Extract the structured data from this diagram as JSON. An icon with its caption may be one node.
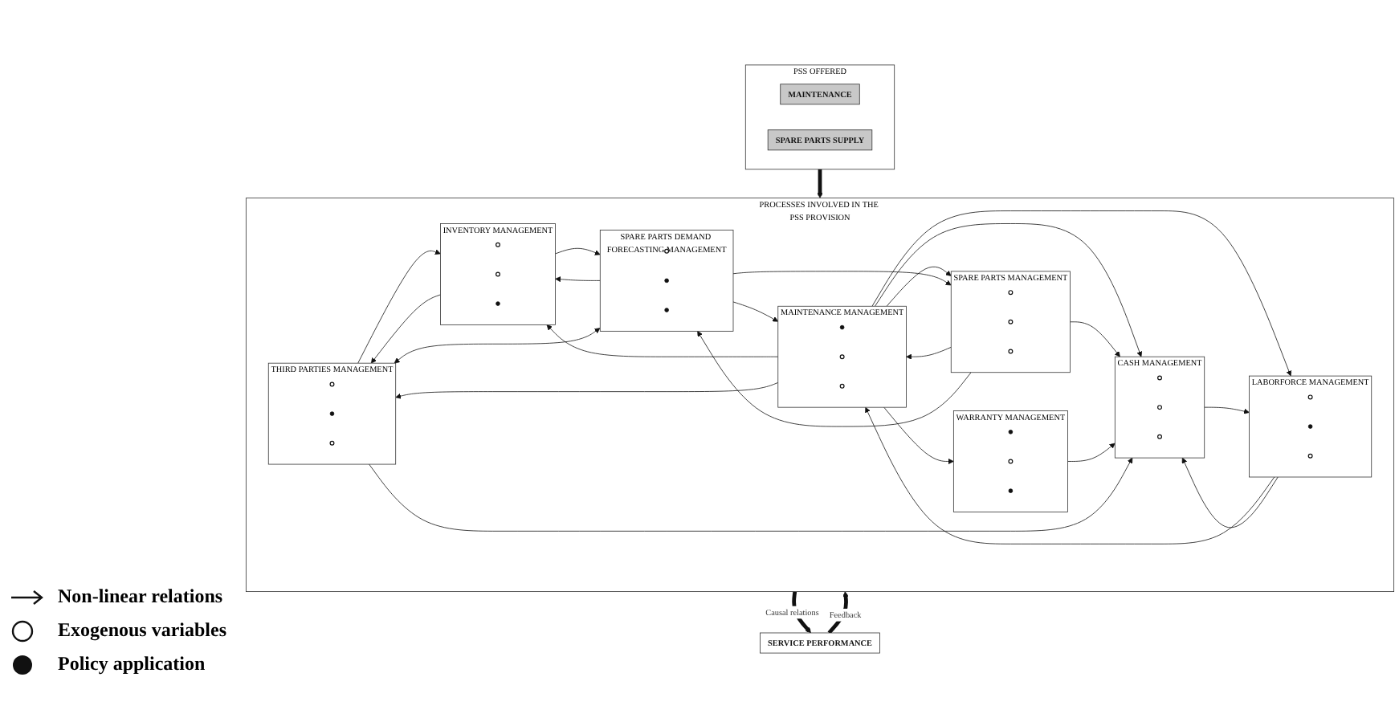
{
  "diagram": {
    "nodes": [
      {
        "text": [
          "PSS OFFERED"
        ]
      },
      {
        "text": [
          "MAINTENANCE"
        ],
        "in": 0
      },
      {
        "text": [
          "SPARE PARTS SUPPLY"
        ],
        "in": 0
      },
      {
        "text": [
          "PROCESSES INVOLVED IN THE PSS PROVISION"
        ]
      },
      {
        "text": [
          "MAINTENANCE MANAGEMENT"
        ],
        "in": 3
      },
      {
        "text": [],
        "shape": "dot",
        "in": 4
      },
      {
        "text": [],
        "shape": "circle",
        "in": 4
      },
      {
        "text": [],
        "shape": "circle",
        "in": 4
      },
      {
        "text": [
          "WARRANTY MANAGEMENT"
        ],
        "in": 3
      },
      {
        "text": [],
        "shape": "dot",
        "in": 8
      },
      {
        "text": [],
        "shape": "circle",
        "in": 8
      },
      {
        "text": [],
        "shape": "dot",
        "in": 8
      },
      {
        "text": [
          "SPARE PARTS MANAGEMENT"
        ],
        "in": 3
      },
      {
        "text": [],
        "shape": "circle",
        "in": 12
      },
      {
        "text": [],
        "shape": "circle",
        "in": 12
      },
      {
        "text": [],
        "shape": "circle",
        "in": 12
      },
      {
        "text": [
          "LABORFORCE MANAGEMENT"
        ],
        "in": 3
      },
      {
        "text": [],
        "shape": "circle",
        "in": 16
      },
      {
        "text": [],
        "shape": "dot",
        "in": 16
      },
      {
        "text": [],
        "shape": "circle",
        "in": 16
      },
      {
        "text": [
          "SPARE PARTS DEMAND FORECASTING MANAGEMENT"
        ],
        "in": 3
      },
      {
        "text": [],
        "shape": "circle",
        "in": 20
      },
      {
        "text": [],
        "shape": "dot",
        "in": 20
      },
      {
        "text": [],
        "shape": "dot",
        "in": 20
      },
      {
        "text": [
          "CASH MANAGEMENT"
        ],
        "in": 3
      },
      {
        "text": [],
        "shape": "circle",
        "in": 24
      },
      {
        "text": [],
        "shape": "circle",
        "in": 24
      },
      {
        "text": [],
        "shape": "circle",
        "in": 24
      },
      {
        "text": [
          "INVENTORY MANAGEMENT"
        ],
        "in": 3
      },
      {
        "text": [],
        "shape": "circle",
        "in": 28
      },
      {
        "text": [],
        "shape": "circle",
        "in": 28
      },
      {
        "text": [],
        "shape": "dot",
        "in": 28
      },
      {
        "text": [
          "THIRD PARTIES MANAGEMENT"
        ],
        "in": 3
      },
      {
        "text": [],
        "shape": "circle",
        "in": 32
      },
      {
        "text": [],
        "shape": "dot",
        "in": 32
      },
      {
        "text": [],
        "shape": "circle",
        "in": 32
      },
      {
        "text": [
          "SERVICE PERFORMANCE"
        ]
      }
    ],
    "edges": [
      {
        "from": 0,
        "to": 3,
        "arrow": "to",
        "style": "thick"
      },
      {
        "from": 3,
        "to": 36,
        "arrow": "to",
        "style": "thick",
        "label": "Causal relations"
      },
      {
        "from": 36,
        "to": 3,
        "arrow": "to",
        "style": "thick",
        "label": "Feedback"
      },
      {
        "from": 4,
        "to": 12,
        "arrow": "to"
      },
      {
        "from": 12,
        "to": 4,
        "arrow": "to"
      },
      {
        "from": 20,
        "to": 4,
        "arrow": "to"
      },
      {
        "from": 4,
        "to": 28,
        "arrow": "to"
      },
      {
        "from": 12,
        "to": 20,
        "arrow": "to"
      },
      {
        "from": 20,
        "to": 12,
        "arrow": "to"
      },
      {
        "from": 20,
        "to": 28,
        "arrow": "to"
      },
      {
        "from": 28,
        "to": 20,
        "arrow": "to"
      },
      {
        "from": 4,
        "to": 8,
        "arrow": "to"
      },
      {
        "from": 4,
        "to": 16,
        "arrow": "to"
      },
      {
        "from": 4,
        "to": 24,
        "arrow": "to"
      },
      {
        "from": 4,
        "to": 32,
        "arrow": "to"
      },
      {
        "from": 16,
        "to": 4,
        "arrow": "to"
      },
      {
        "from": 12,
        "to": 24,
        "arrow": "to"
      },
      {
        "from": 20,
        "to": 32,
        "arrow": "both"
      },
      {
        "from": 32,
        "to": 28,
        "arrow": "to"
      },
      {
        "from": 28,
        "to": 32,
        "arrow": "to"
      },
      {
        "from": 8,
        "to": 24,
        "arrow": "to"
      },
      {
        "from": 16,
        "to": 24,
        "arrow": "to"
      },
      {
        "from": 24,
        "to": 16,
        "arrow": "to"
      },
      {
        "from": 32,
        "to": 24,
        "arrow": "to"
      }
    ],
    "legend": [
      {
        "text": "Non-linear relations"
      },
      {
        "text": "Exogenous variables"
      },
      {
        "text": "Policy application"
      }
    ]
  }
}
